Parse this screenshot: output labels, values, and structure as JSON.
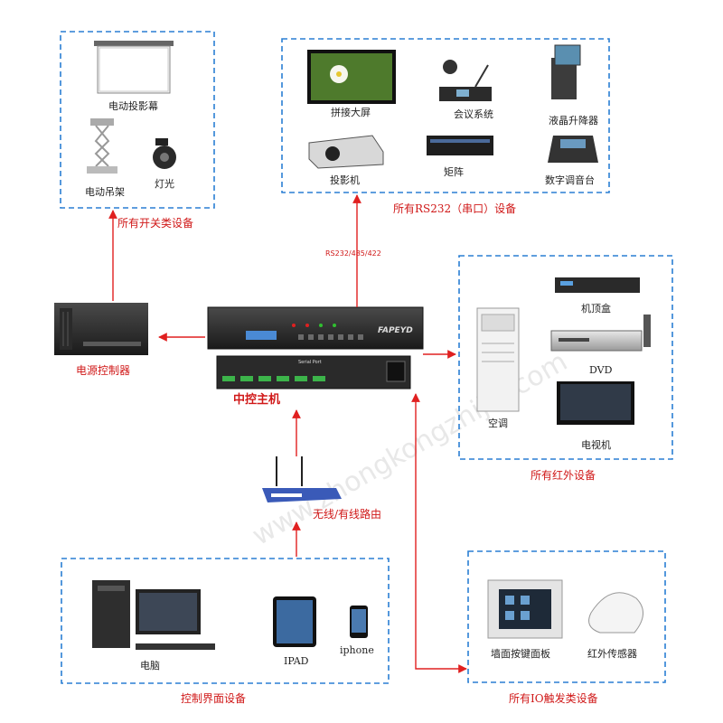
{
  "groups": {
    "switch": "所有开关类设备",
    "rs232": "所有RS232（串口）设备",
    "ir": "所有红外设备",
    "control": "控制界面设备",
    "io": "所有IO触发类设备"
  },
  "devices": {
    "projector_screen": "电动投影幕",
    "lift": "电动吊架",
    "light": "灯光",
    "splice_screen": "拼接大屏",
    "conference": "会议系统",
    "lcd_lift": "液晶升降器",
    "projector": "投影机",
    "matrix": "矩阵",
    "mixer": "数字调音台",
    "set_top_box": "机顶盒",
    "dvd": "DVD",
    "air_conditioner": "空调",
    "tv": "电视机",
    "pc": "电脑",
    "ipad": "IPAD",
    "iphone": "iphone",
    "wall_panel": "墙面按键面板",
    "ir_sensor": "红外传感器"
  },
  "hub": {
    "name": "中控主机",
    "brand": "FAPEYD",
    "serial_port": "Serial Port"
  },
  "power_controller": "电源控制器",
  "router": "无线/有线路由",
  "link_label": "RS232/485/422",
  "watermark": "www.zhongkongzhijia.com",
  "colors": {
    "accent_red": "#e02020",
    "dashed_blue": "#2a7fd4"
  }
}
